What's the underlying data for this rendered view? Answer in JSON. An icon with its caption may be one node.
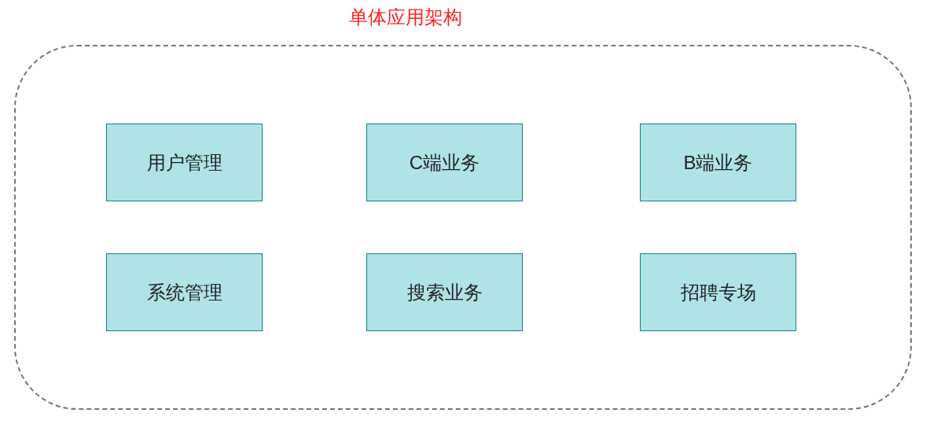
{
  "diagram": {
    "nodes": [
      {
        "text": [
          "单体应用架构"
        ]
      },
      {
        "text": [
          "用户管理"
        ],
        "in": 0
      },
      {
        "text": [
          "C端业务"
        ],
        "in": 0
      },
      {
        "text": [
          "B端业务"
        ],
        "in": 0
      },
      {
        "text": [
          "系统管理"
        ],
        "in": 0
      },
      {
        "text": [
          "搜索业务"
        ],
        "in": 0
      },
      {
        "text": [
          "招聘专场"
        ],
        "in": 0
      }
    ]
  }
}
